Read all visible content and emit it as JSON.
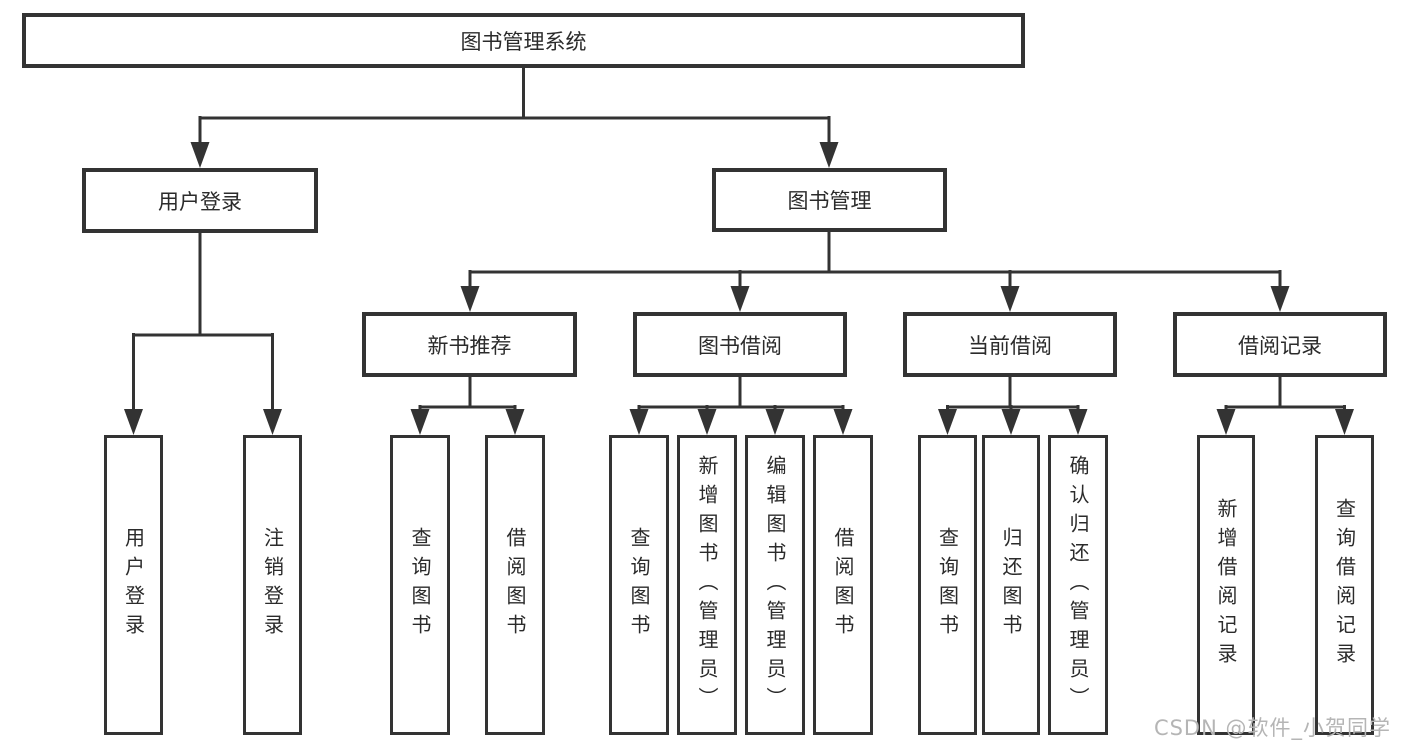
{
  "diagram": {
    "tree": {
      "label": "图书管理系统",
      "children": [
        {
          "label": "用户登录",
          "children": [
            {
              "label": "用户登录"
            },
            {
              "label": "注销登录"
            }
          ]
        },
        {
          "label": "图书管理",
          "children": [
            {
              "label": "新书推荐",
              "children": [
                {
                  "label": "查询图书"
                },
                {
                  "label": "借阅图书"
                }
              ]
            },
            {
              "label": "图书借阅",
              "children": [
                {
                  "label": "查询图书"
                },
                {
                  "label": "新增图书（管理员）"
                },
                {
                  "label": "编辑图书（管理员）"
                },
                {
                  "label": "借阅图书"
                }
              ]
            },
            {
              "label": "当前借阅",
              "children": [
                {
                  "label": "查询图书"
                },
                {
                  "label": "归还图书"
                },
                {
                  "label": "确认归还（管理员）"
                }
              ]
            },
            {
              "label": "借阅记录",
              "children": [
                {
                  "label": "新增借阅记录"
                },
                {
                  "label": "查询借阅记录"
                }
              ]
            }
          ]
        }
      ]
    },
    "watermark": {
      "text": "CSDN @软件_小贺同学"
    },
    "colors": {
      "line": "#333333",
      "text": "#2b2b2b",
      "background": "#ffffff",
      "watermark": "#b5b5b5"
    }
  }
}
